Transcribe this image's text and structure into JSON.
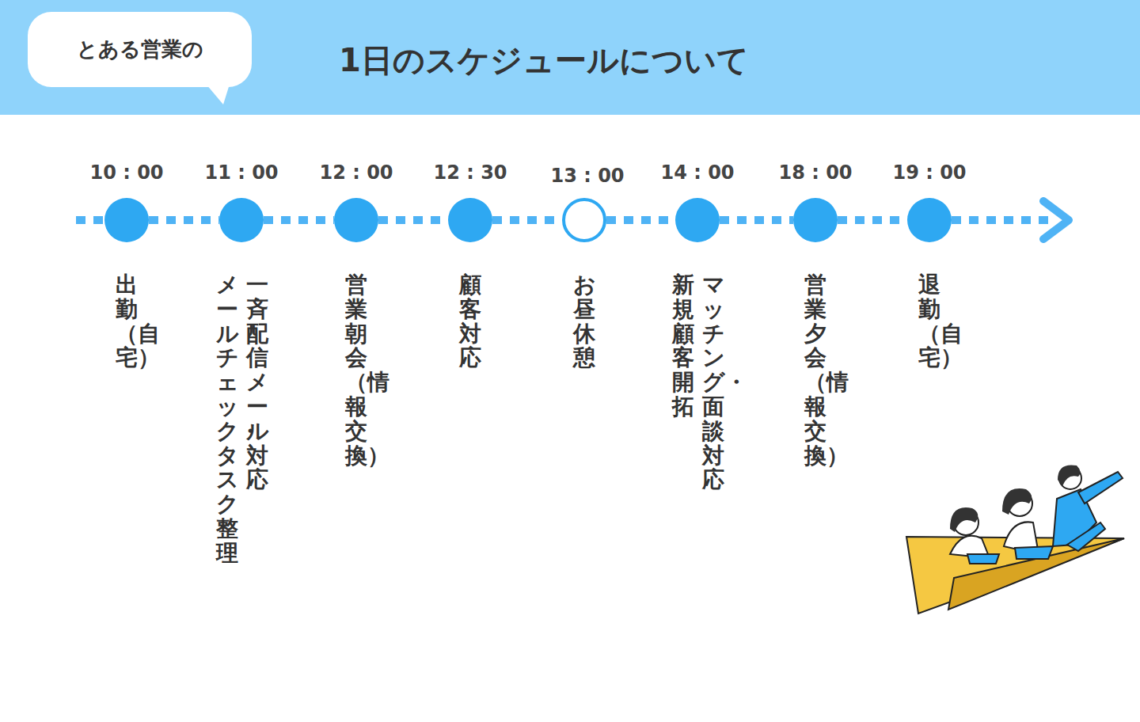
{
  "diagram": {
    "title": "1日のスケジュールについて",
    "nodes": [
      {
        "text": [
          "とある営業の"
        ]
      },
      {
        "text": [
          "10 : 00",
          "出勤（自宅）"
        ]
      },
      {
        "text": [
          "11 : 00",
          "一斉配信メール対応",
          "メールチェック・タスク整理"
        ]
      },
      {
        "text": [
          "12 : 00",
          "営業朝会（情報交換）"
        ]
      },
      {
        "text": [
          "12 : 30",
          "顧客対応"
        ]
      },
      {
        "text": [
          "13 : 00",
          "お昼休憩"
        ]
      },
      {
        "text": [
          "14 : 00",
          "マッチング・面談対応",
          "新規顧客開拓"
        ]
      },
      {
        "text": [
          "18 : 00",
          "営業夕会（情報交換）"
        ]
      },
      {
        "text": [
          "19 : 00",
          "退勤（自宅）"
        ]
      }
    ],
    "edges": [
      {
        "from": 1,
        "to": 2,
        "arrow": "none"
      },
      {
        "from": 2,
        "to": 3,
        "arrow": "none"
      },
      {
        "from": 3,
        "to": 4,
        "arrow": "none"
      },
      {
        "from": 4,
        "to": 5,
        "arrow": "none"
      },
      {
        "from": 5,
        "to": 6,
        "arrow": "none"
      },
      {
        "from": 6,
        "to": 7,
        "arrow": "none"
      },
      {
        "from": 7,
        "to": 8,
        "arrow": "none"
      }
    ]
  }
}
